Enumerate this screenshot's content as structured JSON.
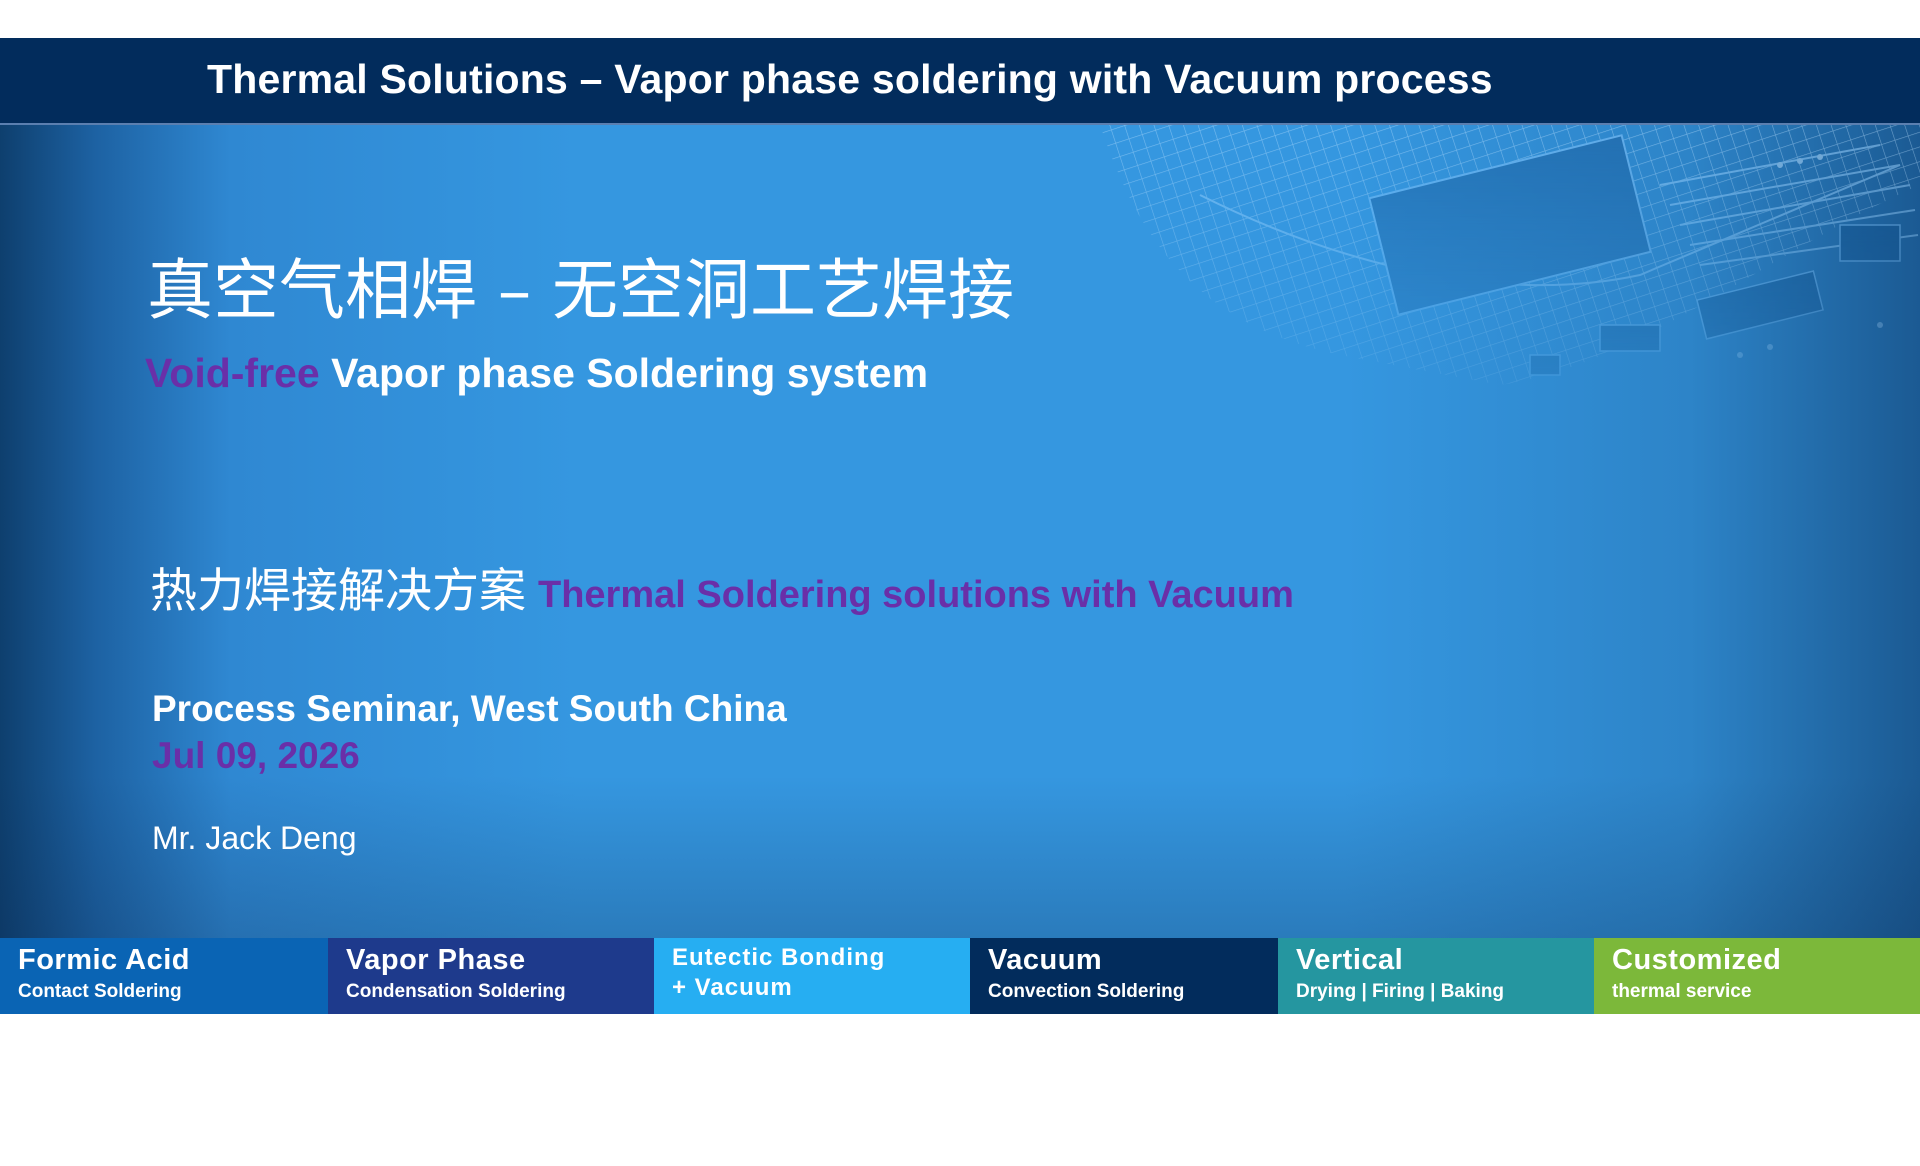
{
  "header": {
    "title": "Thermal Solutions – Vapor phase soldering with Vacuum process"
  },
  "slide": {
    "cn_title": "真空气相焊 – 无空洞工艺焊接",
    "subtitle_accent": "Void-free",
    "subtitle_rest": "Vapor phase Soldering system",
    "solutions_cn": "热力焊接解决方案",
    "solutions_en": "Thermal Soldering solutions with Vacuum",
    "seminar": "Process Seminar, West South China",
    "date": "Jul 09, 2026",
    "presenter": "Mr. Jack Deng"
  },
  "categories": [
    {
      "name": "Formic Acid",
      "sub": "Contact Soldering",
      "color": "#0a64b4"
    },
    {
      "name": "Vapor Phase",
      "sub": "Condensation Soldering",
      "color": "#1e3a8c"
    },
    {
      "name": "Eutectic Bonding",
      "sub": "+ Vacuum",
      "color": "#26aef2"
    },
    {
      "name": "Vacuum",
      "sub": "Convection Soldering",
      "color": "#022c5c"
    },
    {
      "name": "Vertical",
      "sub": "Drying | Firing | Baking",
      "color": "#2596a0"
    },
    {
      "name": "Customized",
      "sub": "thermal service",
      "color": "#7cb83a"
    }
  ],
  "colors": {
    "banner": "#022c5c",
    "slide_blue": "#3597e0",
    "accent_purple": "#6a2fa8"
  }
}
